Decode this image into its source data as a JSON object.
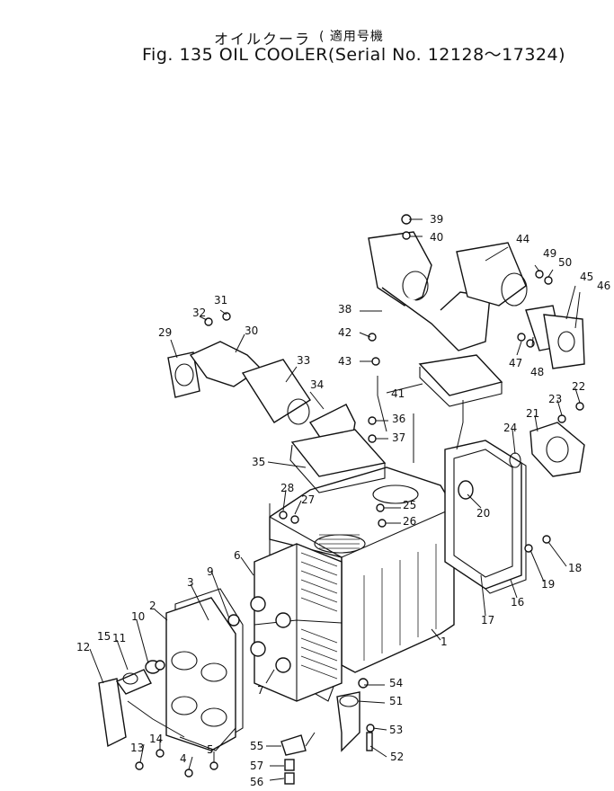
{
  "title": {
    "japanese": "オイルクーラ",
    "japanese_serial": "( 適用号機",
    "main": "Fig. 135 OIL COOLER(Serial No. 12128～17324)"
  },
  "part_labels": [
    {
      "id": "1",
      "label": "1"
    },
    {
      "id": "2",
      "label": "2"
    },
    {
      "id": "3",
      "label": "3"
    },
    {
      "id": "4",
      "label": "4"
    },
    {
      "id": "5",
      "label": "5"
    },
    {
      "id": "6",
      "label": "6"
    },
    {
      "id": "7",
      "label": "7"
    },
    {
      "id": "9",
      "label": "9"
    },
    {
      "id": "10",
      "label": "10"
    },
    {
      "id": "11",
      "label": "11"
    },
    {
      "id": "12",
      "label": "12"
    },
    {
      "id": "13",
      "label": "13"
    },
    {
      "id": "14",
      "label": "14"
    },
    {
      "id": "15",
      "label": "15"
    },
    {
      "id": "16",
      "label": "16"
    },
    {
      "id": "17",
      "label": "17"
    },
    {
      "id": "18",
      "label": "18"
    },
    {
      "id": "19",
      "label": "19"
    },
    {
      "id": "20",
      "label": "20"
    },
    {
      "id": "21",
      "label": "21"
    },
    {
      "id": "22",
      "label": "22"
    },
    {
      "id": "23",
      "label": "23"
    },
    {
      "id": "24",
      "label": "24"
    },
    {
      "id": "25",
      "label": "25"
    },
    {
      "id": "26",
      "label": "26"
    },
    {
      "id": "27",
      "label": "27"
    },
    {
      "id": "28",
      "label": "28"
    },
    {
      "id": "29",
      "label": "29"
    },
    {
      "id": "30",
      "label": "30"
    },
    {
      "id": "31",
      "label": "31"
    },
    {
      "id": "32",
      "label": "32"
    },
    {
      "id": "33",
      "label": "33"
    },
    {
      "id": "34",
      "label": "34"
    },
    {
      "id": "35",
      "label": "35"
    },
    {
      "id": "36",
      "label": "36"
    },
    {
      "id": "37",
      "label": "37"
    },
    {
      "id": "38",
      "label": "38"
    },
    {
      "id": "39",
      "label": "39"
    },
    {
      "id": "40",
      "label": "40"
    },
    {
      "id": "41",
      "label": "41"
    },
    {
      "id": "42",
      "label": "42"
    },
    {
      "id": "43",
      "label": "43"
    },
    {
      "id": "44",
      "label": "44"
    },
    {
      "id": "45",
      "label": "45"
    },
    {
      "id": "46",
      "label": "46"
    },
    {
      "id": "47",
      "label": "47"
    },
    {
      "id": "48",
      "label": "48"
    },
    {
      "id": "49",
      "label": "49"
    },
    {
      "id": "50",
      "label": "50"
    },
    {
      "id": "51",
      "label": "51"
    },
    {
      "id": "52",
      "label": "52"
    },
    {
      "id": "53",
      "label": "53"
    },
    {
      "id": "54",
      "label": "54"
    },
    {
      "id": "55",
      "label": "55"
    },
    {
      "id": "56",
      "label": "56"
    },
    {
      "id": "57",
      "label": "57"
    }
  ]
}
